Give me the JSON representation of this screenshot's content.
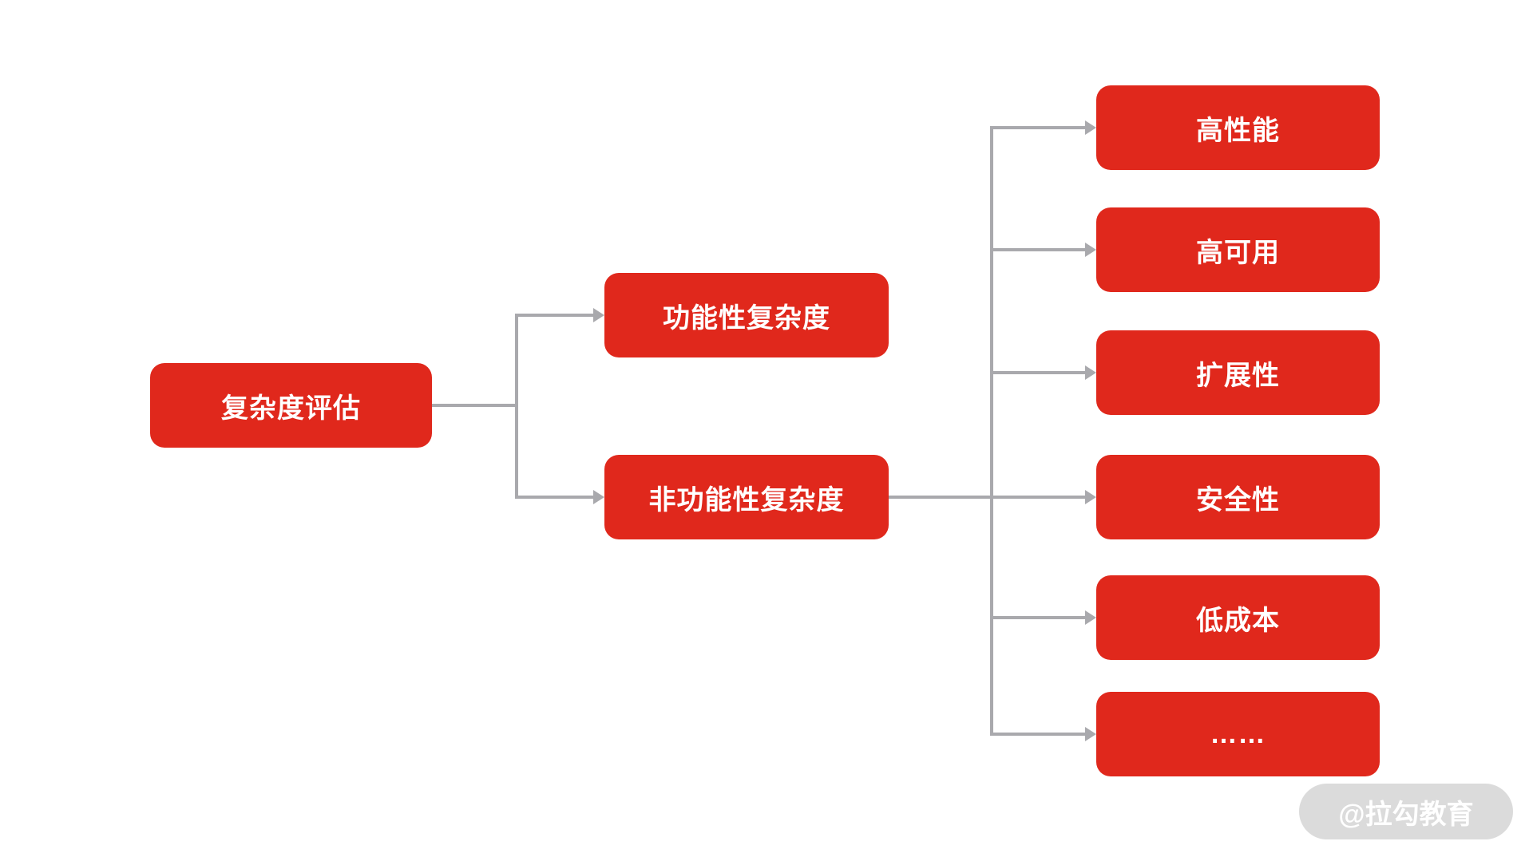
{
  "colors": {
    "node_background": "#e0281c",
    "node_text": "#ffffff",
    "connector_line": "#a9a9ad",
    "watermark_background": "#dbdbdb",
    "watermark_text": "#ffffff",
    "page_background": "#ffffff"
  },
  "diagram": {
    "type": "tree-mindmap",
    "direction": "left-to-right",
    "root": {
      "label": "复杂度评估"
    },
    "level2": [
      {
        "label": "功能性复杂度",
        "children": []
      },
      {
        "label": "非功能性复杂度",
        "children": [
          "高性能",
          "高可用",
          "扩展性",
          "安全性",
          "低成本",
          "……"
        ]
      }
    ],
    "level3": [
      {
        "label": "高性能"
      },
      {
        "label": "高可用"
      },
      {
        "label": "扩展性"
      },
      {
        "label": "安全性"
      },
      {
        "label": "低成本"
      },
      {
        "label": "……"
      }
    ]
  },
  "watermark": {
    "label": "@拉勾教育"
  }
}
